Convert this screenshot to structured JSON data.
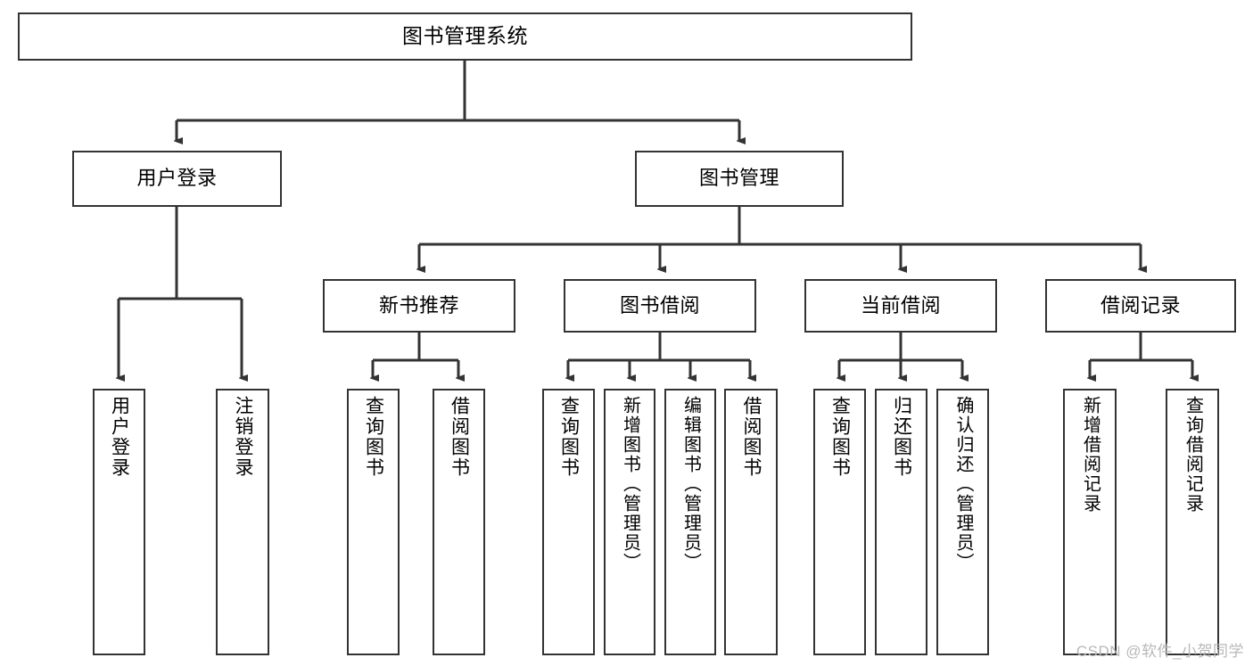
{
  "diagram": {
    "title": "图书管理系统",
    "watermark": "CSDN @软件_小贺同学",
    "colors": {
      "box_border": "#333333",
      "box_fill": "#ffffff",
      "connector": "#333333",
      "text": "#000000",
      "watermark": "#b8b8b8",
      "background": "#ffffff"
    },
    "root": {
      "label": "图书管理系统"
    },
    "level1": [
      {
        "label": "用户登录"
      },
      {
        "label": "图书管理"
      }
    ],
    "level2": [
      {
        "label": "新书推荐"
      },
      {
        "label": "图书借阅"
      },
      {
        "label": "当前借阅"
      },
      {
        "label": "借阅记录"
      }
    ],
    "leaves": {
      "user_login": [
        {
          "label": "用户登录"
        },
        {
          "label": "注销登录"
        }
      ],
      "new_book_recommend": [
        {
          "label": "查询图书"
        },
        {
          "label": "借阅图书"
        }
      ],
      "book_borrow": [
        {
          "label": "查询图书"
        },
        {
          "label": "新增图书（管理员）"
        },
        {
          "label": "编辑图书（管理员）"
        },
        {
          "label": "借阅图书"
        }
      ],
      "current_borrow": [
        {
          "label": "查询图书"
        },
        {
          "label": "归还图书"
        },
        {
          "label": "确认归还（管理员）"
        }
      ],
      "borrow_record": [
        {
          "label": "新增借阅记录"
        },
        {
          "label": "查询借阅记录"
        }
      ]
    }
  }
}
